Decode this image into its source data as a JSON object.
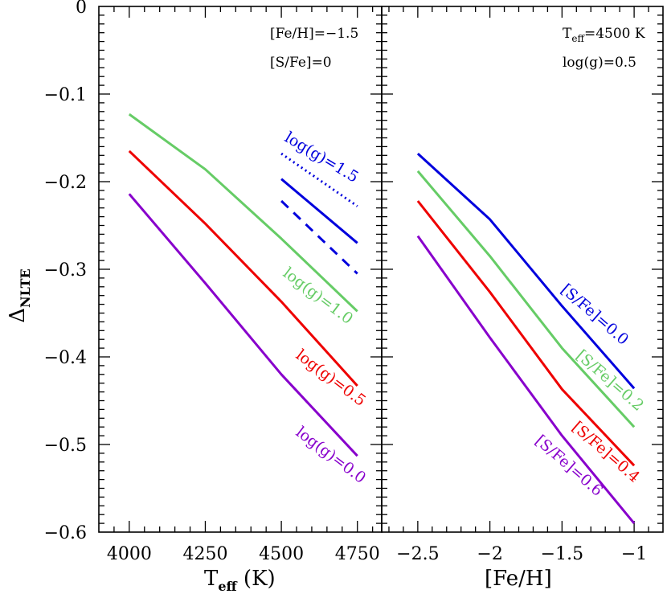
{
  "chart_data": [
    {
      "type": "line",
      "panel": "left",
      "xlabel_main": "T",
      "xlabel_sub": "eff",
      "xlabel_unit": " (K)",
      "ylabel_main": "Δ",
      "ylabel_sub": "NLTE",
      "xlim": [
        3900,
        4830
      ],
      "ylim": [
        -0.6,
        0
      ],
      "x_ticks": [
        4000,
        4250,
        4500,
        4750
      ],
      "x_tick_labels": [
        "4000",
        "4250",
        "4500",
        "4750"
      ],
      "y_ticks": [
        0,
        -0.1,
        -0.2,
        -0.3,
        -0.4,
        -0.5,
        -0.6
      ],
      "y_tick_labels": [
        "0",
        "−0.1",
        "−0.2",
        "−0.3",
        "−0.4",
        "−0.5",
        "−0.6"
      ],
      "annotations": [
        "[Fe/H]=−1.5",
        "[S/Fe]=0"
      ],
      "series": [
        {
          "label": "log(g)=1.5",
          "color": "#0000dd",
          "style": "solid",
          "x": [
            4500,
            4750
          ],
          "y": [
            -0.197,
            -0.27
          ]
        },
        {
          "label": "",
          "color": "#0000dd",
          "style": "dotted",
          "x": [
            4500,
            4750
          ],
          "y": [
            -0.168,
            -0.228
          ]
        },
        {
          "label": "",
          "color": "#0000dd",
          "style": "dashed",
          "x": [
            4500,
            4750
          ],
          "y": [
            -0.222,
            -0.305
          ]
        },
        {
          "label": "log(g)=1.0",
          "color": "#66cc66",
          "style": "solid",
          "x": [
            4000,
            4250,
            4500,
            4750
          ],
          "y": [
            -0.123,
            -0.186,
            -0.265,
            -0.348
          ]
        },
        {
          "label": "log(g)=0.5",
          "color": "#ee0000",
          "style": "solid",
          "x": [
            4000,
            4250,
            4500,
            4750
          ],
          "y": [
            -0.165,
            -0.248,
            -0.337,
            -0.433
          ]
        },
        {
          "label": "log(g)=0.0",
          "color": "#8800cc",
          "style": "solid",
          "x": [
            4000,
            4250,
            4500,
            4750
          ],
          "y": [
            -0.214,
            -0.316,
            -0.42,
            -0.513
          ]
        }
      ]
    },
    {
      "type": "line",
      "panel": "right",
      "xlabel": "[Fe/H]",
      "xlim": [
        -2.75,
        -0.8
      ],
      "ylim": [
        -0.6,
        0
      ],
      "x_ticks": [
        -2.5,
        -2,
        -1.5,
        -1
      ],
      "x_tick_labels": [
        "−2.5",
        "−2",
        "−1.5",
        "−1"
      ],
      "annotations": [
        "Teff=4500 K",
        "log(g)=0.5"
      ],
      "annotation_teff": {
        "main": "T",
        "sub": "eff",
        "rest": "=4500 K"
      },
      "series": [
        {
          "label": "[S/Fe]=0.0",
          "color": "#0000dd",
          "x": [
            -2.5,
            -2,
            -1.5,
            -1
          ],
          "y": [
            -0.168,
            -0.243,
            -0.342,
            -0.436
          ]
        },
        {
          "label": "[S/Fe]=0.2",
          "color": "#66cc66",
          "x": [
            -2.5,
            -2,
            -1.5,
            -1
          ],
          "y": [
            -0.188,
            -0.285,
            -0.39,
            -0.48
          ]
        },
        {
          "label": "[S/Fe]=0.4",
          "color": "#ee0000",
          "x": [
            -2.5,
            -2,
            -1.5,
            -1
          ],
          "y": [
            -0.222,
            -0.326,
            -0.437,
            -0.524
          ]
        },
        {
          "label": "[S/Fe]=0.6",
          "color": "#8800cc",
          "x": [
            -2.5,
            -2,
            -1.5,
            -1
          ],
          "y": [
            -0.262,
            -0.378,
            -0.49,
            -0.59
          ]
        }
      ]
    }
  ]
}
